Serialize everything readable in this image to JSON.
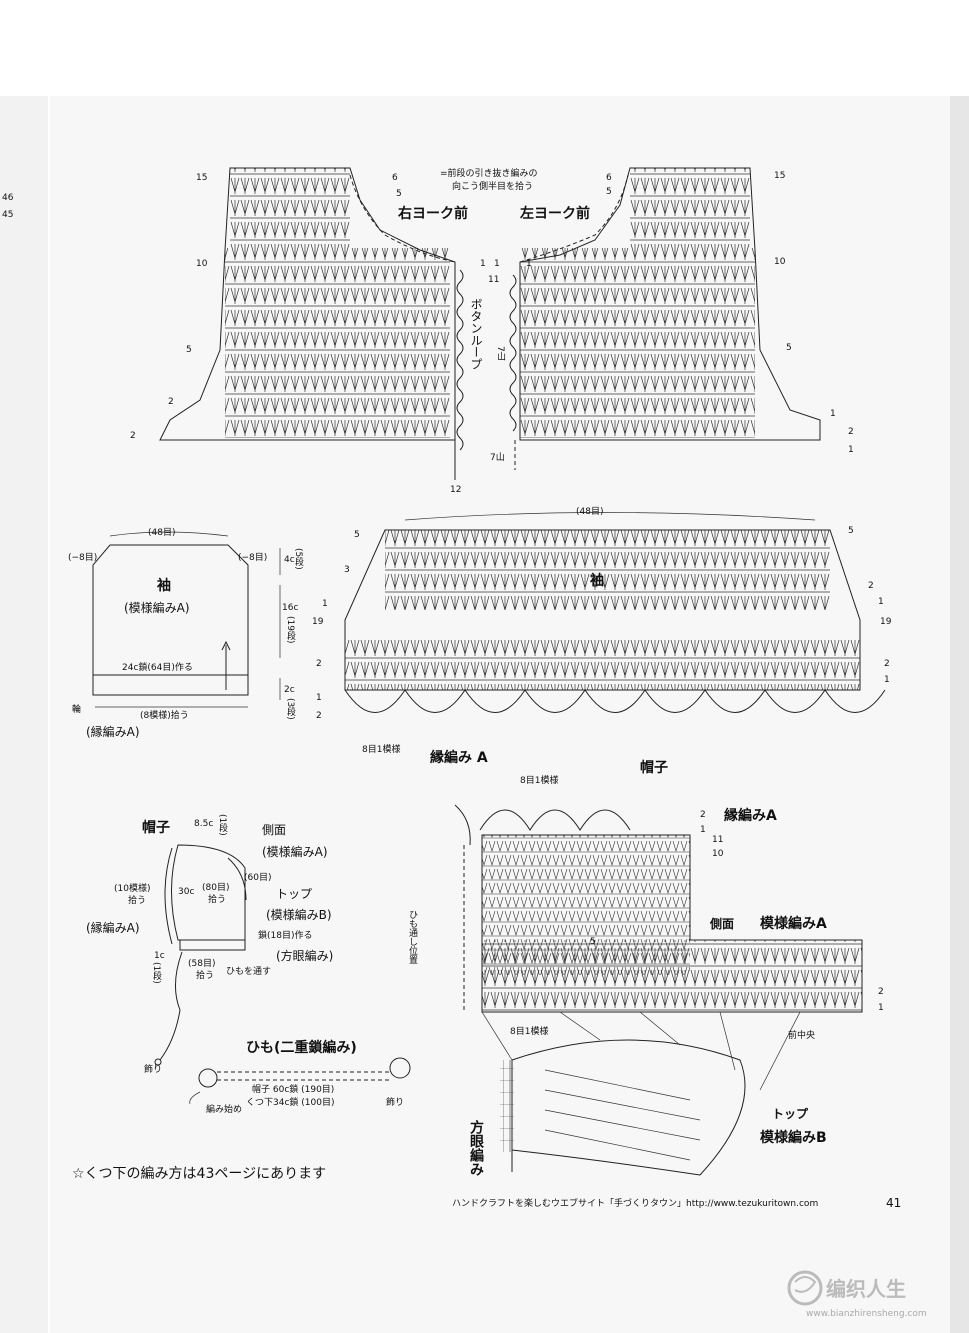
{
  "page": {
    "margin_numbers": [
      "46",
      "45"
    ],
    "footnote": "☆くつ下の編み方は43ページにあります",
    "footer_text": "ハンドクラフトを楽しむウエブサイト「手づくりタウン」http://www.tezukuritown.com",
    "page_number": "41",
    "watermark_text": "编织人生",
    "watermark_url": "www.bianzhirensheng.com"
  },
  "yoke": {
    "note_line1": "=前段の引き抜き編みの",
    "note_line2": "向こう側半目を拾う",
    "right_label": "右ヨーク前",
    "left_label": "左ヨーク前",
    "button_loop": "ボタンループ",
    "loop_count": "7山",
    "row_labels_left": [
      "15",
      "10",
      "5",
      "2",
      "2"
    ],
    "row_labels_right": [
      "15",
      "10",
      "5",
      "1",
      "2",
      "1"
    ],
    "center_labels": [
      "6",
      "5",
      "1",
      "11",
      "1",
      "1",
      "6",
      "5",
      "12"
    ]
  },
  "sleeve_schematic": {
    "top": "(48目)",
    "left_dec": "(−8目)",
    "right_dec": "(−8目)",
    "name": "袖",
    "pattern": "(模様編みA)",
    "chain": "24c鎖(64目)作る",
    "pickup": "(8模様)拾う",
    "edge_label": "輪",
    "border": "(縁編みA)",
    "dim_top": "4c",
    "dim_top_rows": "(5段)",
    "dim_mid": "16c",
    "dim_mid_rows": "(19段)",
    "dim_bot": "2c",
    "dim_bot_rows": "(3段)"
  },
  "sleeve_chart": {
    "title": "袖",
    "top_count": "(48目)",
    "repeat": "8目1模様",
    "border_label": "縁編み A",
    "rows_left": [
      "5",
      "3",
      "1",
      "19",
      "2",
      "1",
      "2"
    ],
    "rows_right": [
      "5",
      "2",
      "1",
      "19",
      "2",
      "1"
    ]
  },
  "hat_schematic": {
    "title": "帽子",
    "side": "側面",
    "side_pattern": "(模様編みA)",
    "top": "トップ",
    "top_pattern": "(模様編みB)",
    "mesh": "(方眼編み)",
    "border": "(縁編みA)",
    "pickup_10": "(10模様)",
    "pickup_10b": "拾う",
    "dim_85": "8.5c",
    "dim_85_rows": "(1段)",
    "dim_30": "30c",
    "pickup_80": "(80目)",
    "pickup_80b": "拾う",
    "dim_60": "(60目)",
    "chain_18": "鎖(18目)作る",
    "dim_1": "1c",
    "dim_1_rows": "(1段)",
    "pickup_58": "(58目)",
    "pickup_58b": "拾う",
    "thread": "ひもを通す",
    "ornament": "飾り"
  },
  "string": {
    "title": "ひも(二重鎖編み)",
    "hat_len": "帽子  60c鎖 (190目)",
    "sock_len": "くつ下34c鎖 (100目)",
    "start": "編み始め",
    "end": "飾り"
  },
  "hat_chart": {
    "title": "帽子",
    "repeat": "8目1模様",
    "border_label": "縁編みA",
    "side_label": "側面",
    "side_pattern": "模様編みA",
    "thread_pos": "ひも通し位置",
    "front_center": "前中央",
    "top_label": "トップ",
    "top_pattern": "模様編みB",
    "mesh_label": "方眼編み",
    "rows_right": [
      "2",
      "1",
      "11",
      "10",
      "2",
      "1"
    ],
    "row_mid": "5"
  }
}
